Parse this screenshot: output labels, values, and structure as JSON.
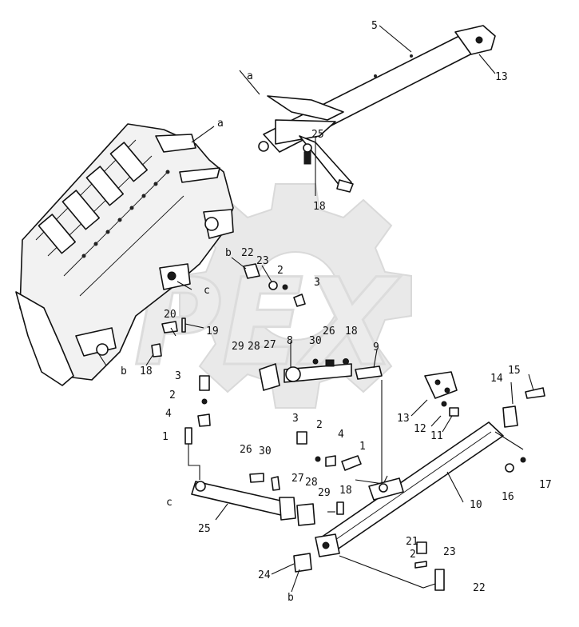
{
  "watermark": {
    "text": "OPEX"
  },
  "callouts": {
    "c1a": "1",
    "c1b": "1",
    "c2a": "2",
    "c2b": "2",
    "c2c": "2",
    "c2d": "2",
    "c3a": "3",
    "c3b": "3",
    "c3c": "3",
    "c4a": "4",
    "c4b": "4",
    "c5": "5",
    "c8": "8",
    "c9": "9",
    "c10": "10",
    "c11": "11",
    "c12": "12",
    "c13a": "13",
    "c13b": "13",
    "c14": "14",
    "c15": "15",
    "c16": "16",
    "c17": "17",
    "c18a": "18",
    "c18b": "18",
    "c18c": "18",
    "c18d": "18",
    "c19": "19",
    "c20": "20",
    "c21": "21",
    "c22a": "22",
    "c22b": "22",
    "c23a": "23",
    "c23b": "23",
    "c24": "24",
    "c25a": "25",
    "c25b": "25",
    "c26a": "26",
    "c26b": "26",
    "c27a": "27",
    "c27b": "27",
    "c28a": "28",
    "c28b": "28",
    "c29a": "29",
    "c29b": "29",
    "c30a": "30",
    "c30b": "30"
  },
  "refs": {
    "a1": "a",
    "a2": "a",
    "b1": "b",
    "b2": "b",
    "b3": "b",
    "c1": "c",
    "c2": "c"
  }
}
